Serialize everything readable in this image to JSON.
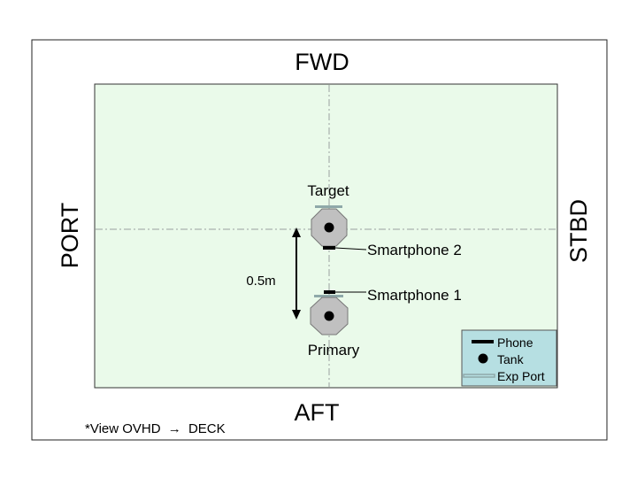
{
  "directions": {
    "fwd": "FWD",
    "aft": "AFT",
    "port": "PORT",
    "stbd": "STBD"
  },
  "objects": {
    "target_label": "Target",
    "primary_label": "Primary",
    "smartphone2_label": "Smartphone 2",
    "smartphone1_label": "Smartphone 1",
    "distance_label": "0.5m"
  },
  "legend": {
    "phone": "Phone",
    "tank": "Tank",
    "exp_port": "Exp Port"
  },
  "footnote": {
    "prefix": "*View OVHD",
    "arrow": "→",
    "suffix": "DECK"
  },
  "colors": {
    "field_fill": "#eafaea",
    "legend_fill": "#b6dfe2",
    "satellite_fill": "#c0c0c0",
    "centerline": "#9aa0a0",
    "exp_port": "#8fa9a9"
  }
}
